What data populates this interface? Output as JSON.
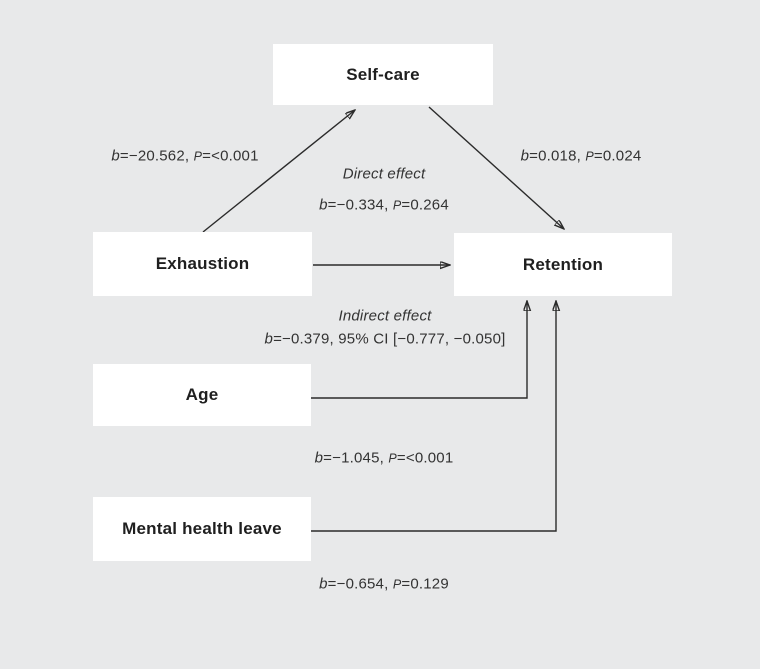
{
  "canvas": {
    "background": "#e8e9ea",
    "box_fill": "#ffffff",
    "line_color": "#2b2b2b",
    "text_color": "#333333"
  },
  "boxes": {
    "self_care": {
      "label": "Self-care"
    },
    "exhaustion": {
      "label": "Exhaustion"
    },
    "retention": {
      "label": "Retention"
    },
    "age": {
      "label": "Age"
    },
    "mental_health_leave": {
      "label": "Mental health leave"
    }
  },
  "labels": {
    "a_path": {
      "b_sym": "b",
      "b_val": "=−20.562, ",
      "p_sym": "P",
      "p_val": "=<0.001"
    },
    "b_path": {
      "b_sym": "b",
      "b_val": "=0.018, ",
      "p_sym": "P",
      "p_val": "=0.024"
    },
    "direct": {
      "title": "Direct effect",
      "b_sym": "b",
      "b_val": "=−0.334, ",
      "p_sym": "P",
      "p_val": "=0.264"
    },
    "indirect": {
      "title": "Indirect effect",
      "b_sym": "b",
      "b_val": "=−0.379, 95% CI [−0.777, −0.050]"
    },
    "age_path": {
      "b_sym": "b",
      "b_val": "=−1.045, ",
      "p_sym": "P",
      "p_val": "=<0.001"
    },
    "mhl_path": {
      "b_sym": "b",
      "b_val": "=−0.654, ",
      "p_sym": "P",
      "p_val": "=0.129"
    }
  }
}
